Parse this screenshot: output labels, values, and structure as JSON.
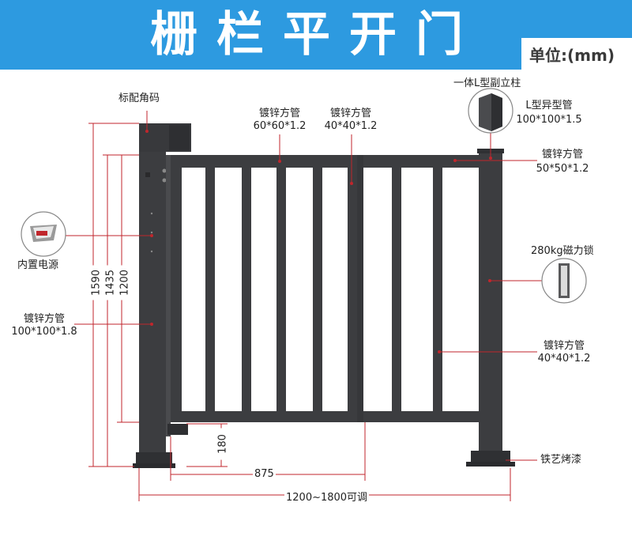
{
  "header": {
    "title": "栅栏平开门",
    "unit": "单位:(mm)"
  },
  "callouts": {
    "corner_bracket": "标配角码",
    "gate_frame_line1": "镀锌方管",
    "gate_frame_line2": "60*60*1.2",
    "gate_bar_line1": "镀锌方管",
    "gate_bar_line2": "40*40*1.2",
    "l_post_title": "一体L型副立柱",
    "l_post_line1": "L型异型管",
    "l_post_line2": "100*100*1.5",
    "top_rail_line1": "镀锌方管",
    "top_rail_line2": "50*50*1.2",
    "power_supply": "内置电源",
    "magnetic_lock": "280kg磁力锁",
    "main_post_line1": "镀锌方管",
    "main_post_line2": "100*100*1.8",
    "right_bar_line1": "镀锌方管",
    "right_bar_line2": "40*40*1.2",
    "paint": "铁艺烤漆"
  },
  "dimensions": {
    "height_total": "1590",
    "height_post": "1435",
    "height_gate": "1200",
    "ground_gap": "180",
    "gate_width": "875",
    "total_width": "1200~1800可调"
  },
  "colors": {
    "banner": "#2d9ae0",
    "metal": "#3c3d40",
    "leader": "#c0262c",
    "text": "#222222"
  },
  "icons": [
    "corner-bracket-icon",
    "power-supply-thumbnail",
    "magnetic-lock-thumbnail",
    "l-post-thumbnail"
  ]
}
